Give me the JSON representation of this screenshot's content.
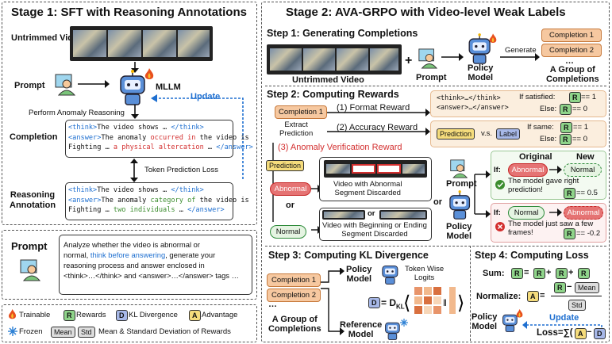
{
  "stage1": {
    "title": "Stage 1: SFT with Reasoning Annotations",
    "untrimmed_video": "Untrimmed Video",
    "prompt": "Prompt",
    "mllm": "MLLM",
    "update": "Update",
    "perform": "Perform Anomaly Reasoning",
    "completion": "Completion",
    "completion_lines": [
      [
        "<think>",
        "The video shows … ",
        "</think>"
      ],
      [
        "<answer>",
        "The anomaly ",
        "occurred in",
        " the video is"
      ],
      [
        "Fighting … ",
        "a physical altercation",
        " … ",
        "</answer>"
      ]
    ],
    "token_loss": "Token Prediction Loss",
    "reasoning": "Reasoning",
    "annotation": "Annotation",
    "annotation_lines": [
      [
        "<think>",
        "The video shows … ",
        "</think>"
      ],
      [
        "<answer>",
        "The anomaly ",
        "category of",
        " the video is"
      ],
      [
        "Fighting … ",
        "two individuals",
        " … ",
        "</answer>"
      ]
    ]
  },
  "prompt_box": {
    "label": "Prompt",
    "lines": [
      "Analyze whether the video is abnormal or",
      "normal, ",
      "think before answering",
      ", generate your",
      "reasoning process and answer enclosed in",
      "<think>…</think> and <answer>…</answer> tags …"
    ]
  },
  "legend": {
    "trainable": "Trainable",
    "frozen": "Frozen",
    "rewards_chip": "R",
    "rewards": "Rewards",
    "kl_chip": "D",
    "kl": "KL Divergence",
    "adv_chip": "A",
    "adv": "Advantage",
    "mean": "Mean",
    "std": "Std",
    "msd": "Mean & Standard Deviation of Rewards"
  },
  "stage2": {
    "title": "Stage 2: AVA-GRPO with Video-level Weak Labels",
    "step1": {
      "title": "Step 1: Generating Completions",
      "untrimmed": "Untrimmed Video",
      "plus": "+",
      "prompt": "Prompt",
      "policy": "Policy",
      "model": "Model",
      "generate": "Generate",
      "c1": "Completion 1",
      "c2": "Completion 2",
      "dots": "…",
      "group1": "A Group of",
      "group2": "Completions"
    },
    "step2": {
      "title": "Step 2: Computing Rewards",
      "comp1": "Completion 1",
      "extract1": "Extract",
      "extract2": "Prediction",
      "fmt": "(1) Format Reward",
      "acc": "(2) Accuracy Reward",
      "ava": "(3) Anomaly Verification Reward",
      "think_tag": "<think>…</think>",
      "answer_tag": "<answer>…</answer>",
      "if_sat": "If satisfied:",
      "eq1": "== 1",
      "else": "Else:",
      "eq0": "== 0",
      "prediction": "Prediction",
      "vs": "v.s.",
      "label": "Label",
      "if_same": "If same:",
      "prediction_lbl": "Prediction",
      "abnormal": "Abnormal",
      "or": "or",
      "normal": "Normal",
      "vid_ab1": "Video with Abnormal",
      "vid_ab2": "Segment Discarded",
      "vid_be1": "Video with Beginning or Ending",
      "vid_be2": "Segment Discarded",
      "prompt": "Prompt",
      "policy": "Policy",
      "model": "Model",
      "original": "Original",
      "new": "New",
      "if": "If:",
      "abn": "Abnormal",
      "nor": "Normal",
      "ok1": "The model gave right",
      "ok2": "prediction!",
      "eq05": "== 0.5",
      "bad1": "The model just saw a few",
      "bad2": "frames!",
      "eqm02": "== -0.2"
    },
    "step3": {
      "title": "Step 3: Computing KL Divergence",
      "c1": "Completion 1",
      "c2": "Completion 2",
      "dots": "…",
      "group1": "A Group of",
      "group2": "Completions",
      "policy": "Policy",
      "model": "Model",
      "token1": "Token Wise",
      "token2": "Logits",
      "d_eq": "= D",
      "kl_sub": "KL",
      "reference": "Reference",
      "model2": "Model"
    },
    "step4": {
      "title": "Step 4: Computing Loss",
      "sum": "Sum:",
      "plus": "+",
      "eq": "=",
      "normalize": "Normalize:",
      "minus": "−",
      "policy": "Policy",
      "model": "Model",
      "update": "Update",
      "loss": "Loss=",
      "sigma": "∑("
    }
  },
  "colors": {
    "orange": "#f6c8a0",
    "green_chip": "#8fd48a",
    "blue_chip": "#a7b8e8",
    "yellow_chip": "#f5dc7c",
    "red": "#d32f2f",
    "blue": "#1e6fd0",
    "green": "#3c8d2f"
  }
}
